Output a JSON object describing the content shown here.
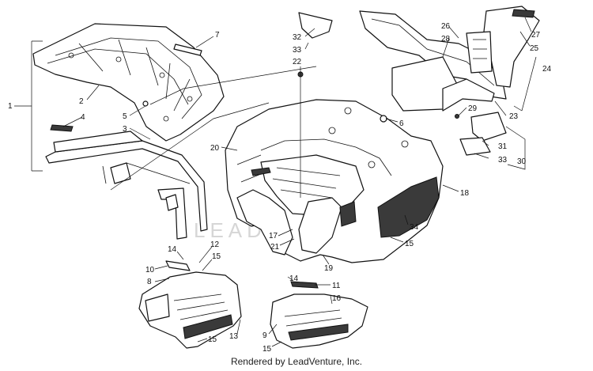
{
  "diagram": {
    "callouts": [
      {
        "id": "c1",
        "label": "1"
      },
      {
        "id": "c2",
        "label": "2"
      },
      {
        "id": "c3",
        "label": "3"
      },
      {
        "id": "c4",
        "label": "4"
      },
      {
        "id": "c5",
        "label": "5"
      },
      {
        "id": "c6",
        "label": "6"
      },
      {
        "id": "c7",
        "label": "7"
      },
      {
        "id": "c8",
        "label": "8"
      },
      {
        "id": "c9",
        "label": "9"
      },
      {
        "id": "c10",
        "label": "10"
      },
      {
        "id": "c11",
        "label": "11"
      },
      {
        "id": "c12",
        "label": "12"
      },
      {
        "id": "c13",
        "label": "13"
      },
      {
        "id": "c14a",
        "label": "14"
      },
      {
        "id": "c14b",
        "label": "14"
      },
      {
        "id": "c15a",
        "label": "15"
      },
      {
        "id": "c15b",
        "label": "15"
      },
      {
        "id": "c15c",
        "label": "15"
      },
      {
        "id": "c15d",
        "label": "15"
      },
      {
        "id": "c16",
        "label": "16"
      },
      {
        "id": "c17",
        "label": "17"
      },
      {
        "id": "c18",
        "label": "18"
      },
      {
        "id": "c19",
        "label": "19"
      },
      {
        "id": "c20",
        "label": "20"
      },
      {
        "id": "c21",
        "label": "21"
      },
      {
        "id": "c22",
        "label": "22"
      },
      {
        "id": "c23",
        "label": "23"
      },
      {
        "id": "c24",
        "label": "24"
      },
      {
        "id": "c25",
        "label": "25"
      },
      {
        "id": "c26",
        "label": "26"
      },
      {
        "id": "c27",
        "label": "27"
      },
      {
        "id": "c28",
        "label": "28"
      },
      {
        "id": "c29",
        "label": "29"
      },
      {
        "id": "c30",
        "label": "30"
      },
      {
        "id": "c31",
        "label": "31"
      },
      {
        "id": "c32",
        "label": "32"
      },
      {
        "id": "c33a",
        "label": "33"
      },
      {
        "id": "c33b",
        "label": "33"
      },
      {
        "id": "c34",
        "label": "34"
      }
    ],
    "watermark": "LEADVENTURE"
  },
  "footer": {
    "text": "Rendered by LeadVenture, Inc."
  }
}
